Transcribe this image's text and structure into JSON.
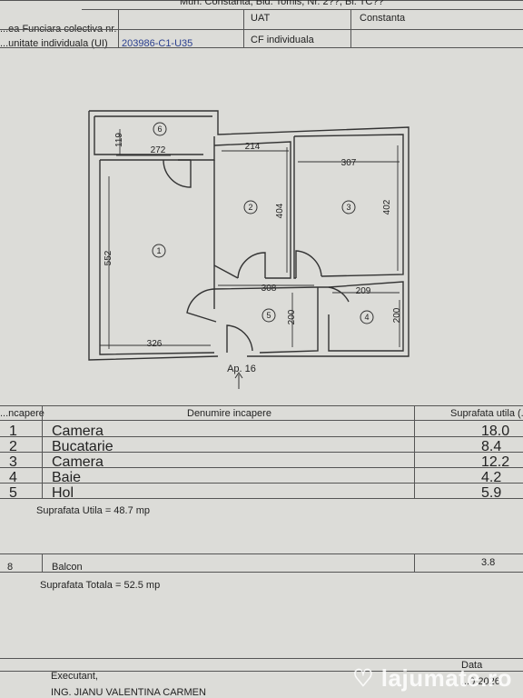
{
  "header": {
    "address": "Mun. Constanta, Bld. Tomis, Nr. 2??, Bl. TC??",
    "carte_funciara_label": "...ea Funciara colectiva nr.",
    "uat_label": "UAT",
    "uat_value": "Constanta",
    "unit_label": "...unitate individuala (UI)",
    "unit_value": "203986-C1-U35",
    "cf_label": "CF individuala"
  },
  "plan": {
    "rooms": [
      {
        "id": "1",
        "label": "1"
      },
      {
        "id": "2",
        "label": "2"
      },
      {
        "id": "3",
        "label": "3"
      },
      {
        "id": "4",
        "label": "4"
      },
      {
        "id": "5",
        "label": "5"
      },
      {
        "id": "6",
        "label": "6"
      }
    ],
    "dimensions": [
      "119",
      "272",
      "214",
      "307",
      "404",
      "402",
      "552",
      "308",
      "209",
      "200",
      "200",
      "326"
    ],
    "apartment_label": "Ap. 16"
  },
  "table": {
    "headers": {
      "nr": "...ncapere",
      "name": "Denumire incapere",
      "area": "Suprafata utila (..."
    },
    "rows": [
      {
        "nr": "1",
        "name": "Camera",
        "area": "18.0"
      },
      {
        "nr": "2",
        "name": "Bucatarie",
        "area": "8.4"
      },
      {
        "nr": "3",
        "name": "Camera",
        "area": "12.2"
      },
      {
        "nr": "4",
        "name": "Baie",
        "area": "4.2"
      },
      {
        "nr": "5",
        "name": "Hol",
        "area": "5.9"
      }
    ],
    "useful_total": "Suprafata Utila  = 48.7 mp",
    "balcony": {
      "nr": "8",
      "name": "Balcon",
      "area": "3.8"
    },
    "grand_total": "Suprafata Totala  = 52.5 mp"
  },
  "footer": {
    "date_label": "Data",
    "executant_label": "Executant,",
    "executant_name": "ING. JIANU VALENTINA CARMEN",
    "date_value": "...0 2026"
  },
  "watermark": {
    "text": "lajumate.ro"
  }
}
